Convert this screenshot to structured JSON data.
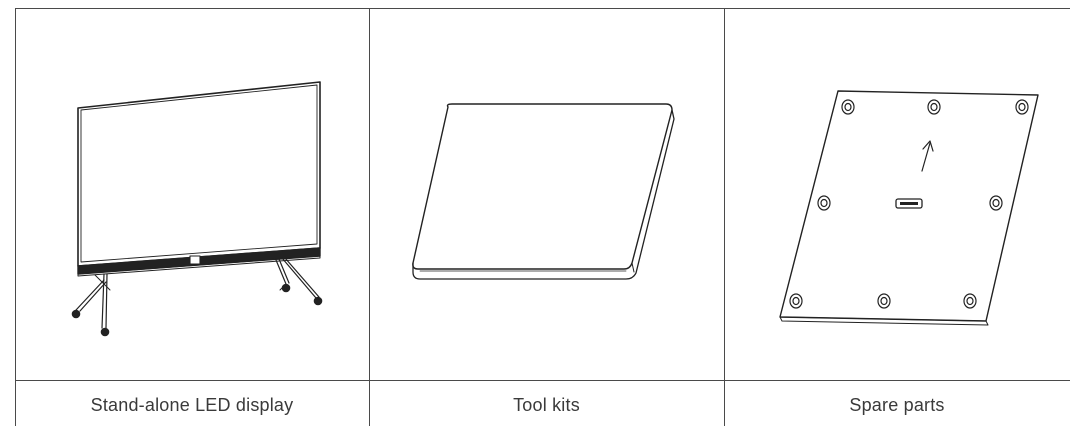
{
  "table": {
    "cells": [
      {
        "caption": "Stand-alone LED display",
        "icon": "led-display-illustration"
      },
      {
        "caption": "Tool kits",
        "icon": "tool-kit-box-illustration"
      },
      {
        "caption": "Spare parts",
        "icon": "spare-parts-panel-illustration"
      }
    ]
  },
  "colors": {
    "border": "#4a4a4a",
    "line_art": "#222222",
    "text": "#3a3a3a",
    "background": "#ffffff"
  }
}
